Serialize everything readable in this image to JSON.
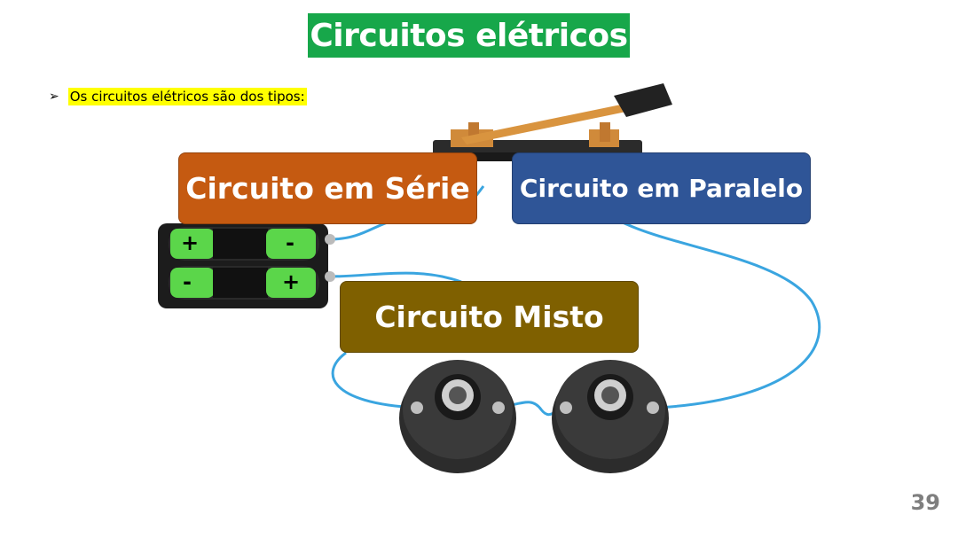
{
  "slide": {
    "title": "Circuitos elétricos",
    "bullet": {
      "marker": "➢",
      "text": "Os circuitos elétricos são dos tipos:"
    },
    "types": [
      {
        "label": "Circuito em Série",
        "color": "#c55a11"
      },
      {
        "label": "Circuito em Paralelo",
        "color": "#2f5597"
      },
      {
        "label": "Circuito Misto",
        "color": "#7f6000"
      }
    ],
    "page_number": "39",
    "colors": {
      "title_background": "#17a74a",
      "highlight": "#ffff00"
    },
    "illustration": {
      "battery_plus": "+",
      "battery_minus": "-"
    }
  }
}
